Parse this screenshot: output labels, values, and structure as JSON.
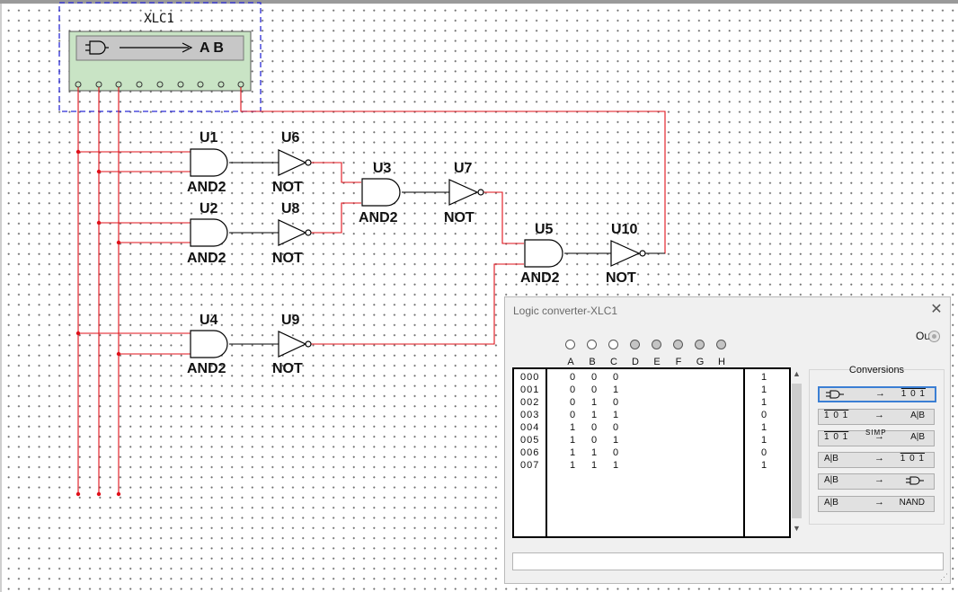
{
  "instrument": {
    "label": "XLC1",
    "display_text": "A B"
  },
  "gates": [
    {
      "ref": "U1",
      "type": "AND2"
    },
    {
      "ref": "U2",
      "type": "AND2"
    },
    {
      "ref": "U3",
      "type": "AND2"
    },
    {
      "ref": "U4",
      "type": "AND2"
    },
    {
      "ref": "U5",
      "type": "AND2"
    },
    {
      "ref": "U6",
      "type": "NOT"
    },
    {
      "ref": "U7",
      "type": "NOT"
    },
    {
      "ref": "U8",
      "type": "NOT"
    },
    {
      "ref": "U9",
      "type": "NOT"
    },
    {
      "ref": "U10",
      "type": "NOT"
    }
  ],
  "wire_color": "#e0101a",
  "converter": {
    "title": "Logic converter-XLC1",
    "out_label": "Out",
    "columns": [
      "A",
      "B",
      "C",
      "D",
      "E",
      "F",
      "G",
      "H"
    ],
    "rows": [
      {
        "idx": "000",
        "a": "0",
        "b": "0",
        "c": "0",
        "out": "1"
      },
      {
        "idx": "001",
        "a": "0",
        "b": "0",
        "c": "1",
        "out": "1"
      },
      {
        "idx": "002",
        "a": "0",
        "b": "1",
        "c": "0",
        "out": "1"
      },
      {
        "idx": "003",
        "a": "0",
        "b": "1",
        "c": "1",
        "out": "0"
      },
      {
        "idx": "004",
        "a": "1",
        "b": "0",
        "c": "0",
        "out": "1"
      },
      {
        "idx": "005",
        "a": "1",
        "b": "0",
        "c": "1",
        "out": "1"
      },
      {
        "idx": "006",
        "a": "1",
        "b": "1",
        "c": "0",
        "out": "0"
      },
      {
        "idx": "007",
        "a": "1",
        "b": "1",
        "c": "1",
        "out": "1"
      }
    ],
    "conversions_title": "Conversions",
    "buttons": {
      "b1_right": "1 0 1",
      "b2_left": "1 0 1",
      "b2_right": "A|B",
      "b3_left": "1 0 1",
      "b3_mid": "SIMP",
      "b3_right": "A|B",
      "b4_left": "A|B",
      "b4_right": "1 0 1",
      "b5_left": "A|B",
      "b6_left": "A|B",
      "b6_right": "NAND",
      "arrow": "→"
    },
    "accent_color": "#3b7fd4"
  }
}
